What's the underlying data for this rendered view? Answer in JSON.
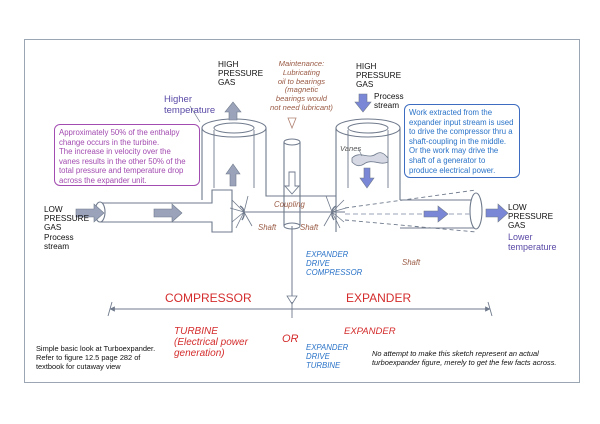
{
  "labels": {
    "high_pressure_gas_left": "HIGH\nPRESSURE\nGAS",
    "high_pressure_gas_right": "HIGH\nPRESSURE\nGAS",
    "maintenance": "Maintenance:\nLubricating\noil to bearings\n(magnetic\nbearings would\nnot need lubricant)",
    "process_stream_top": "Process\nstream",
    "higher_temperature": "Higher\ntemperature",
    "vanes": "Vanes",
    "coupling": "Coupling",
    "shaft_left": "Shaft",
    "shaft_center": "Shaft",
    "shaft_right": "Shaft",
    "low_pressure_gas_left": "LOW\nPRESSURE\nGAS",
    "process_stream_left": "Process\nstream",
    "low_pressure_gas_right": "LOW\nPRESSURE\nGAS",
    "lower_temperature": "Lower\ntemperature",
    "expander_drive_compressor": "EXPANDER\nDRIVE\nCOMPRESSOR",
    "compressor": "COMPRESSOR",
    "expander_main": "EXPANDER",
    "turbine_power": "TURBINE\n(Electrical power\n  generation)",
    "or": "OR",
    "expander_sub": "EXPANDER",
    "expander_drive_turbine": "EXPANDER\nDRIVE\nTURBINE",
    "footer_left": "Simple basic look at Turboexpander.\nRefer to figure 12.5 page 282 of\ntextbook for cutaway view",
    "footer_right": "No attempt to make this sketch represent an actual\nturboexpander figure, merely to get the few facts across."
  },
  "boxes": {
    "enthalpy_note": "Approximately 50% of the enthalpy\nchange occurs in the turbine.\nThe increase in velocity over the\nvanes results in the other 50% of the\ntotal pressure and temperature drop\nacross the expander unit.",
    "work_note": "Work extracted from the\nexpander input stream is used\nto drive the compressor thru a\nshaft-coupling in the middle.\nOr the work may drive the\nshaft of a generator to\nproduce electrical power."
  },
  "colors": {
    "arrow_fill": "#9aa3b9",
    "blue_arrow": "#7a87d6",
    "outline": "#6f7a8c",
    "red_text": "#d42c2c",
    "blue_text": "#2a73c8",
    "purple_box": "#a24bb0",
    "note_box": "#3d6cc0"
  }
}
